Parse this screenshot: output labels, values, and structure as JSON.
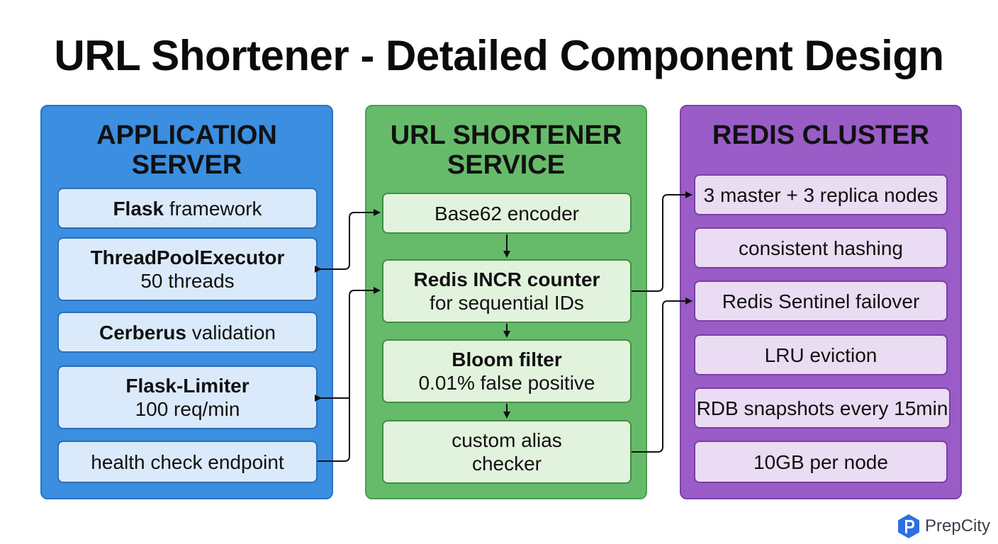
{
  "title": "URL Shortener - Detailed Component Design",
  "panels": {
    "app": {
      "title_line1": "APPLICATION",
      "title_line2": "SERVER",
      "items": [
        {
          "bold": "Flask",
          "rest": " framework"
        },
        {
          "bold": "ThreadPoolExecutor",
          "line2": "50 threads"
        },
        {
          "bold": "Cerberus",
          "rest": " validation"
        },
        {
          "bold": "Flask-Limiter",
          "line2": "100 req/min"
        },
        {
          "text": "health check endpoint"
        }
      ]
    },
    "service": {
      "title_line1": "URL SHORTENER",
      "title_line2": "SERVICE",
      "items": [
        {
          "text": "Base62 encoder"
        },
        {
          "bold": "Redis INCR counter",
          "line2": "for sequential IDs"
        },
        {
          "bold": "Bloom filter",
          "line2": "0.01% false positive"
        },
        {
          "line1": "custom alias",
          "line2": "checker"
        }
      ]
    },
    "redis": {
      "title": "REDIS CLUSTER",
      "items": [
        {
          "text": "3 master + 3 replica nodes"
        },
        {
          "text": "consistent hashing"
        },
        {
          "text": "Redis Sentinel failover"
        },
        {
          "text": "LRU eviction"
        },
        {
          "text": "RDB snapshots every 15min"
        },
        {
          "text": "10GB per node"
        }
      ]
    }
  },
  "colors": {
    "app_panel": "#3b8ee0",
    "service_panel": "#66bb6a",
    "redis_panel": "#9a5cc6",
    "connector": "#111111"
  },
  "brand": {
    "name": "PrepCity",
    "icon": "prepcity-logo-icon"
  }
}
